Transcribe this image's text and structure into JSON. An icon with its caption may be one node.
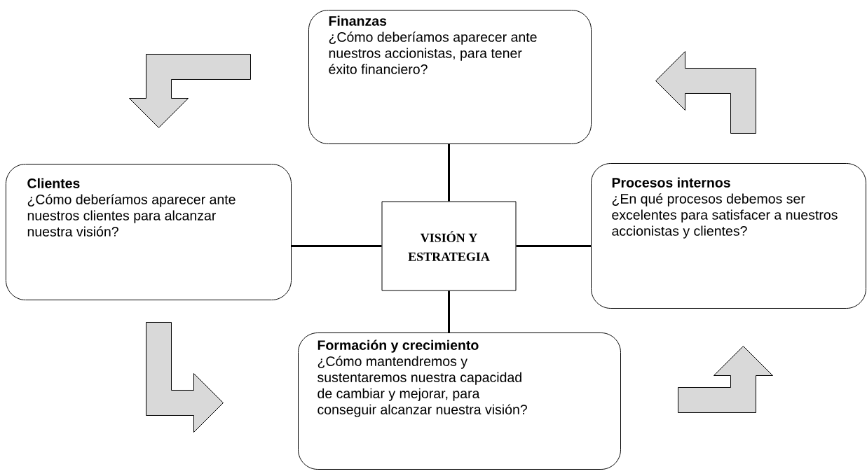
{
  "diagram": {
    "nodes": [
      {
        "text": [
          "Finanzas",
          "¿Cómo deberíamos aparecer ante nuestros accionistas, para tener éxito financiero?"
        ]
      },
      {
        "text": [
          "Clientes",
          "¿Cómo deberíamos aparecer ante nuestros clientes para alcanzar nuestra visión?"
        ]
      },
      {
        "text": [
          "VISIÓN Y ESTRATEGIA"
        ]
      },
      {
        "text": [
          "Procesos internos",
          "¿En qué procesos debemos ser excelentes para satisfacer a nuestros accionistas y clientes?"
        ]
      },
      {
        "text": [
          "Formación y crecimiento",
          "¿Cómo mantendremos y sustentaremos nuestra capacidad de cambiar y mejorar, para conseguir alcanzar nuestra visión?"
        ]
      }
    ],
    "edges": [
      {
        "from": 2,
        "to": 0,
        "arrow": "none"
      },
      {
        "from": 2,
        "to": 1,
        "arrow": "none"
      },
      {
        "from": 2,
        "to": 3,
        "arrow": "none"
      },
      {
        "from": 2,
        "to": 4,
        "arrow": "none"
      },
      {
        "from": 0,
        "to": 1,
        "arrow": "to"
      },
      {
        "from": 1,
        "to": 4,
        "arrow": "to"
      },
      {
        "from": 4,
        "to": 3,
        "arrow": "to"
      },
      {
        "from": 3,
        "to": 0,
        "arrow": "to"
      }
    ]
  }
}
